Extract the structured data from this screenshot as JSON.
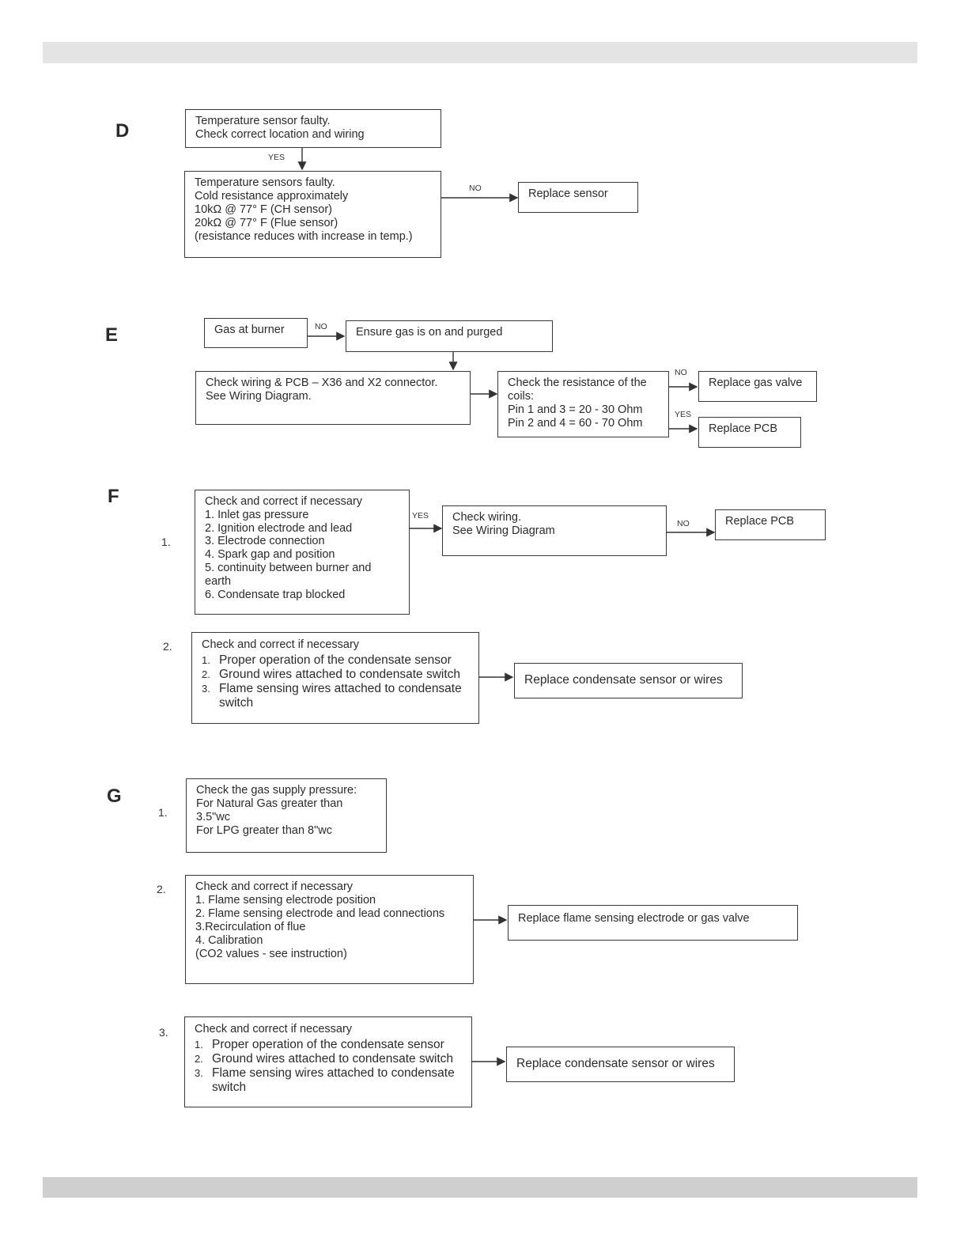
{
  "sections": {
    "D": {
      "letter": "D",
      "box1": [
        "Temperature sensor faulty.",
        "Check correct location and wiring"
      ],
      "yes_label": "YES",
      "box2": [
        "Temperature sensors faulty.",
        "Cold resistance approximately",
        "10kΩ @ 77° F (CH sensor)",
        "20kΩ @ 77° F (Flue sensor)",
        "(resistance reduces with increase in temp.)"
      ],
      "no_label": "NO",
      "result": "Replace sensor"
    },
    "E": {
      "letter": "E",
      "gas_box": "Gas at burner",
      "no_label": "NO",
      "ensure_box": "Ensure gas is on and purged",
      "wiring_box": [
        "Check wiring & PCB – X36 and X2 connector.",
        "See Wiring Diagram."
      ],
      "coils_box": [
        "Check the resistance of the",
        "coils:",
        "Pin 1 and 3 = 20 - 30 Ohm",
        "Pin 2 and 4 = 60 - 70 Ohm"
      ],
      "no_label2": "NO",
      "yes_label": "YES",
      "result_no": "Replace gas valve",
      "result_yes": "Replace PCB"
    },
    "F": {
      "letter": "F",
      "num1": "1.",
      "box1_title": "Check and correct if necessary",
      "box1_items": [
        "1. Inlet gas pressure",
        "2. Ignition electrode and lead",
        "3. Electrode connection",
        "4. Spark gap and position",
        "5. continuity between burner and",
        "earth",
        "6. Condensate trap blocked"
      ],
      "yes_label": "YES",
      "wiring_box": [
        "Check wiring.",
        "See Wiring Diagram"
      ],
      "no_label": "NO",
      "result1": "Replace PCB",
      "num2": "2.",
      "box2_title": "Check and correct if necessary",
      "box2_items": [
        {
          "n": "1.",
          "t": "Proper operation of the condensate sensor"
        },
        {
          "n": "2.",
          "t": "Ground wires attached to condensate switch"
        },
        {
          "n": "3.",
          "t": "Flame sensing wires attached to condensate switch"
        }
      ],
      "result2": "Replace condensate sensor or wires"
    },
    "G": {
      "letter": "G",
      "num1": "1.",
      "box1": [
        "Check the gas supply pressure:",
        "For Natural Gas greater than",
        "3.5\"wc",
        "For LPG greater than 8\"wc"
      ],
      "num2": "2.",
      "box2": [
        "Check and correct if necessary",
        "1. Flame sensing electrode position",
        "2. Flame sensing electrode and lead connections",
        "3.Recirculation of flue",
        "4. Calibration",
        "(CO2 values - see instruction)"
      ],
      "result2": "Replace flame sensing electrode or gas valve",
      "num3": "3.",
      "box3_title": "Check and correct if necessary",
      "box3_items": [
        {
          "n": "1.",
          "t": "Proper operation of the condensate sensor"
        },
        {
          "n": "2.",
          "t": "Ground wires attached to condensate switch"
        },
        {
          "n": "3.",
          "t": "Flame sensing wires attached to condensate switch"
        }
      ],
      "result3": "Replace condensate sensor or wires"
    }
  }
}
